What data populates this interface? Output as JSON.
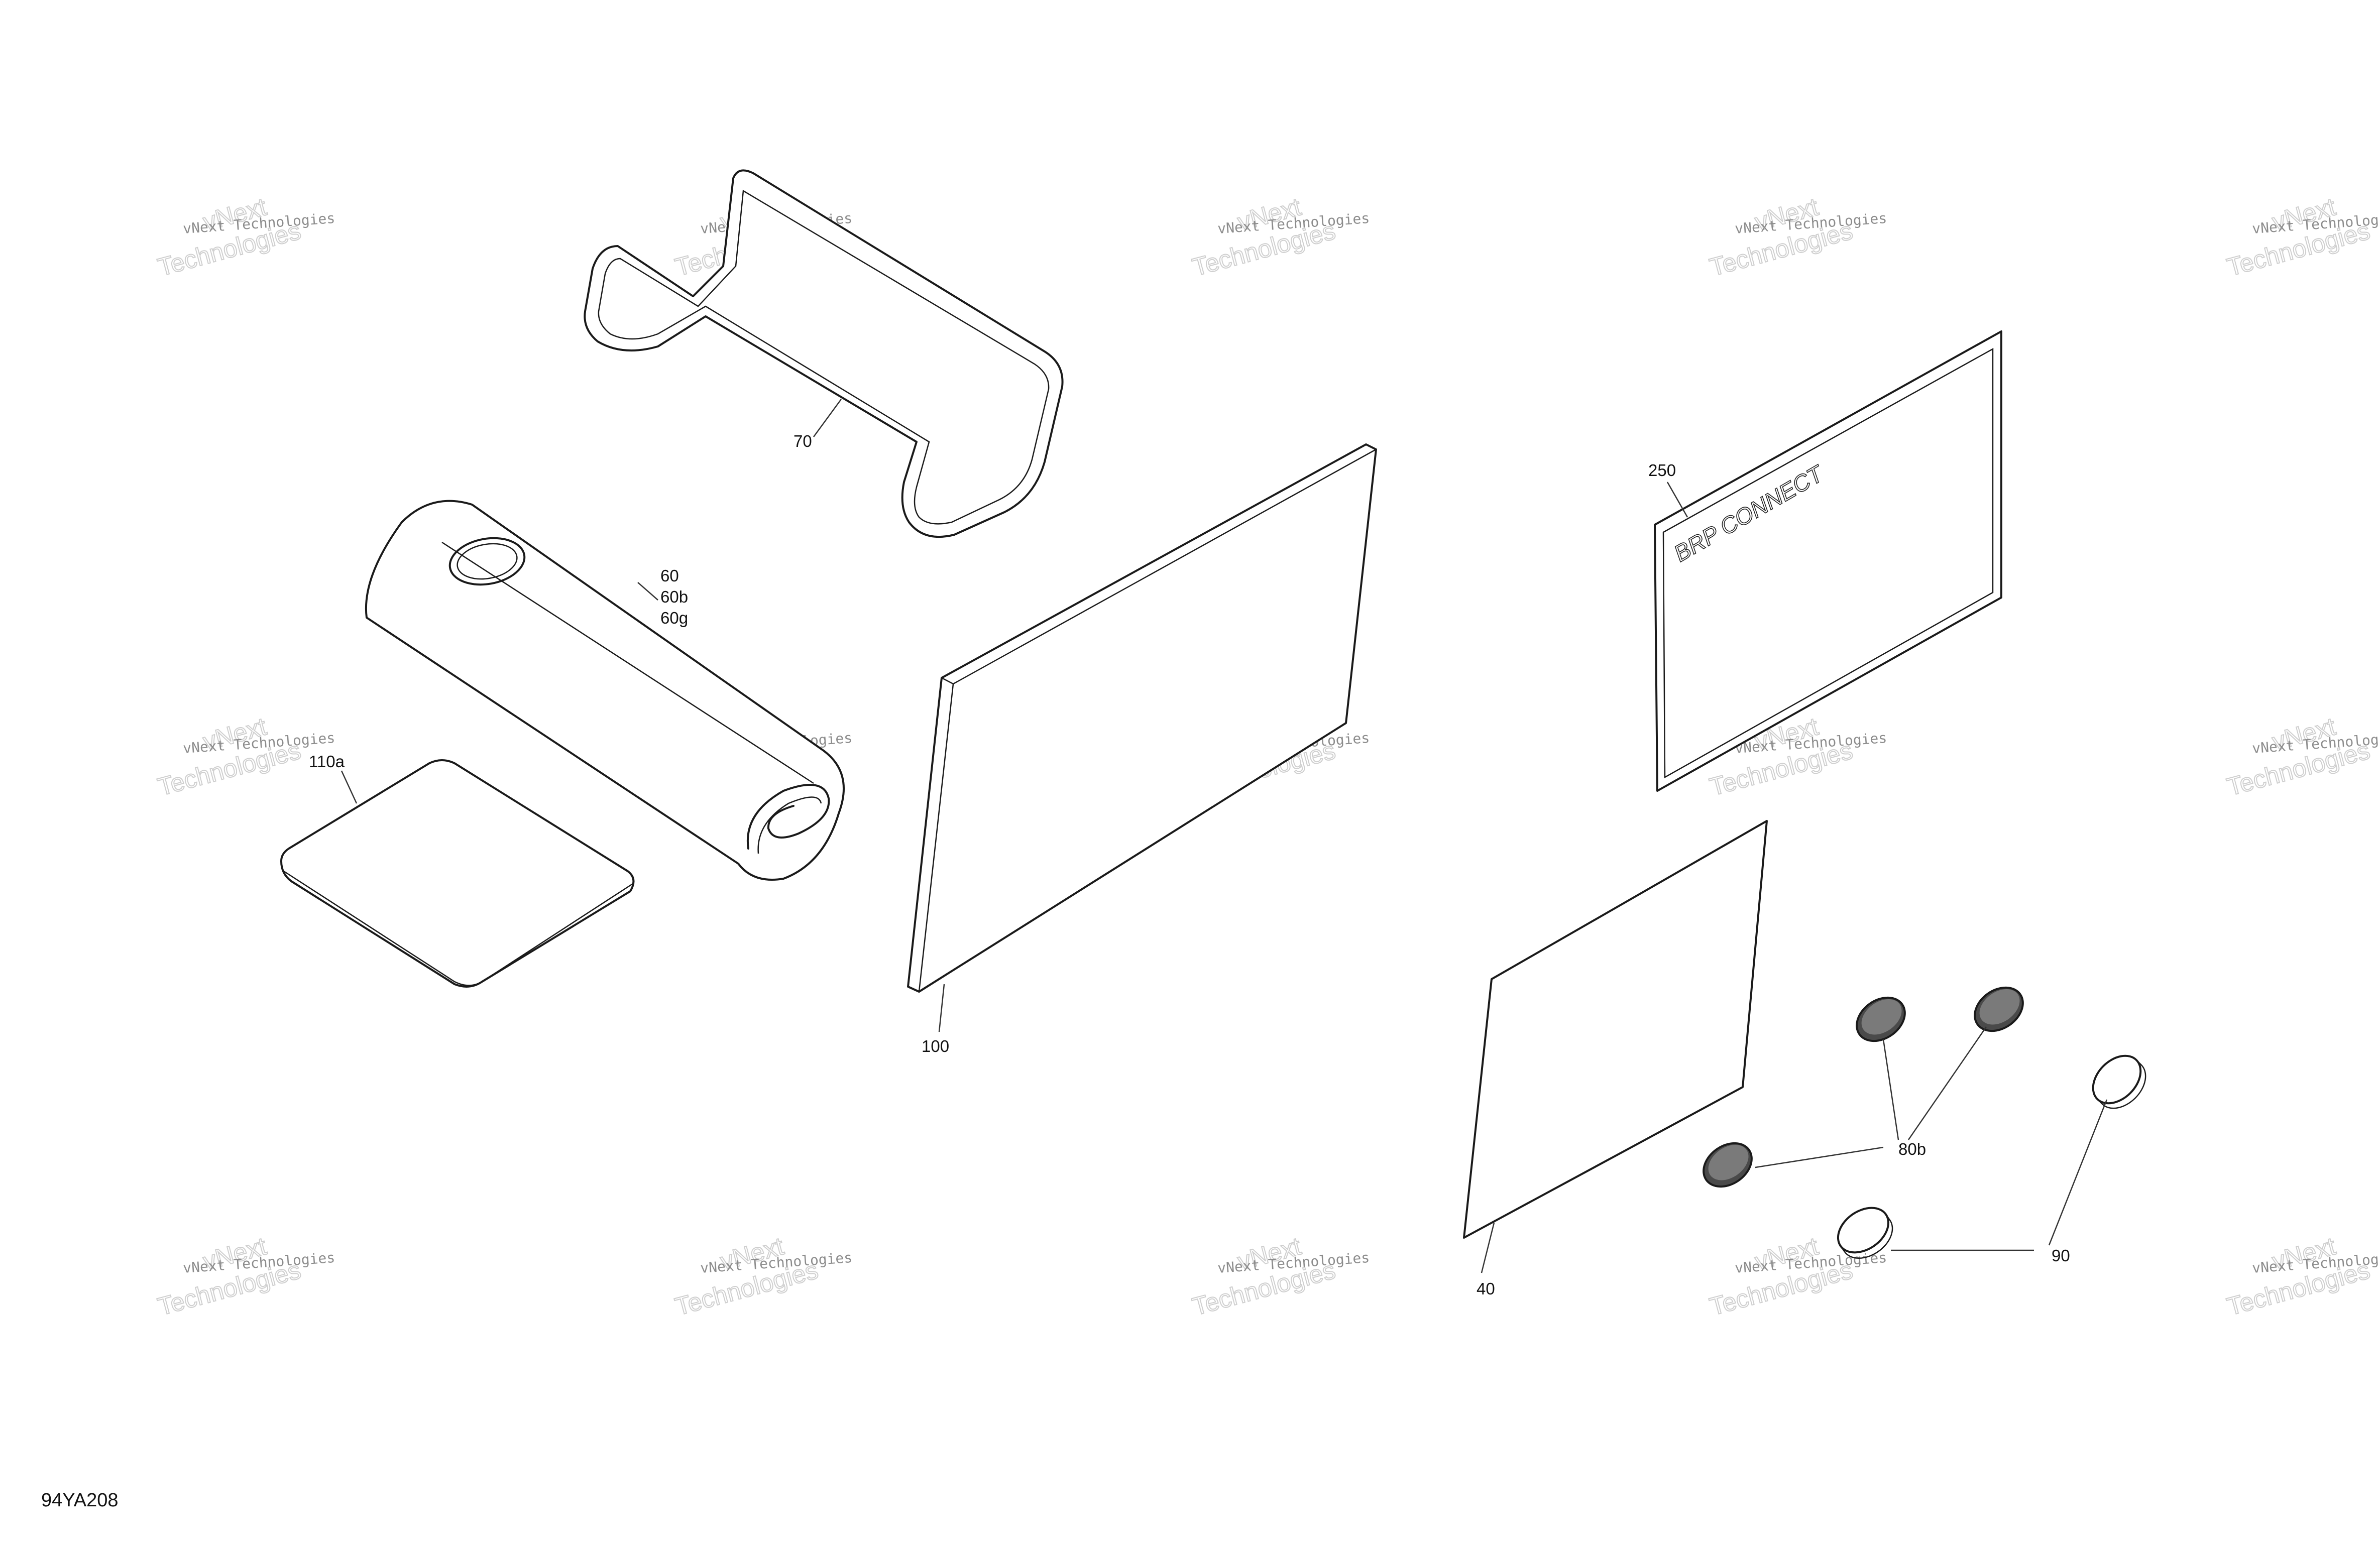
{
  "figure_id": "94YA208",
  "watermark": {
    "line1": "vNext Technologies",
    "big_top": "vNext",
    "big_bottom": "Technologies"
  },
  "decal_text": "BRP CONNECT",
  "callouts": {
    "p70": "70",
    "p60": "60",
    "p60b": "60b",
    "p60g": "60g",
    "p110a": "110a",
    "p100": "100",
    "p250": "250",
    "p40": "40",
    "p80b": "80b",
    "p90": "90"
  },
  "colors": {
    "line": "#1a1a1a",
    "watermark": "#8c8c8c",
    "background": "#ffffff"
  }
}
